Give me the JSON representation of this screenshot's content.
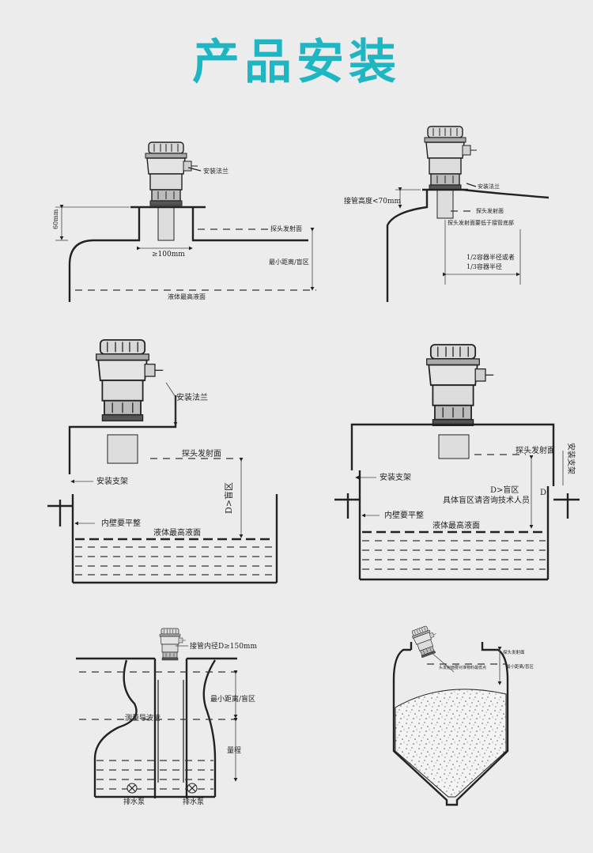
{
  "title": "产品安装",
  "colors": {
    "title": "#1fb6c4",
    "background": "#ececec",
    "line": "#222222"
  },
  "diagram1": {
    "flange": "安装法兰",
    "dim_60": "60mm",
    "probe_face": "探头发射面",
    "width": "≥100mm",
    "blind": "最小距离/盲区",
    "max_level": "液体最高液面"
  },
  "diagram2": {
    "flange": "安装法兰",
    "pipe_height": "接管高度<70mm",
    "probe_face": "探头发射面",
    "probe_note": "探头发射面要低于接管底部",
    "radius_1": "1/2容器半径或者",
    "radius_2": "1/3容器半径"
  },
  "diagram3": {
    "flange": "安装法兰",
    "probe_face": "探头发射面",
    "bracket": "安装支架",
    "blind": "D>盲区",
    "wall": "内壁要平整",
    "max_level": "液体最高液面"
  },
  "diagram4": {
    "probe_face": "探头发射面",
    "bracket_right": "安装支架",
    "bracket": "安装支架",
    "blind_d": "D>盲区",
    "d_label": "D",
    "consult": "具体盲区请咨询技术人员",
    "wall": "内壁要平整",
    "max_level": "液体最高液面"
  },
  "diagram5": {
    "pipe_diameter": "接管内径D≥150mm",
    "blind": "最小距离/盲区",
    "guide_pipe": "测量导波管",
    "range": "量程",
    "pump_1": "排水泵",
    "pump_2": "排水泵"
  },
  "diagram6": {
    "probe_face": "探头发射面",
    "blind": "最小距离/盲区",
    "aim_note": "头发射面要对准物料最低点"
  }
}
